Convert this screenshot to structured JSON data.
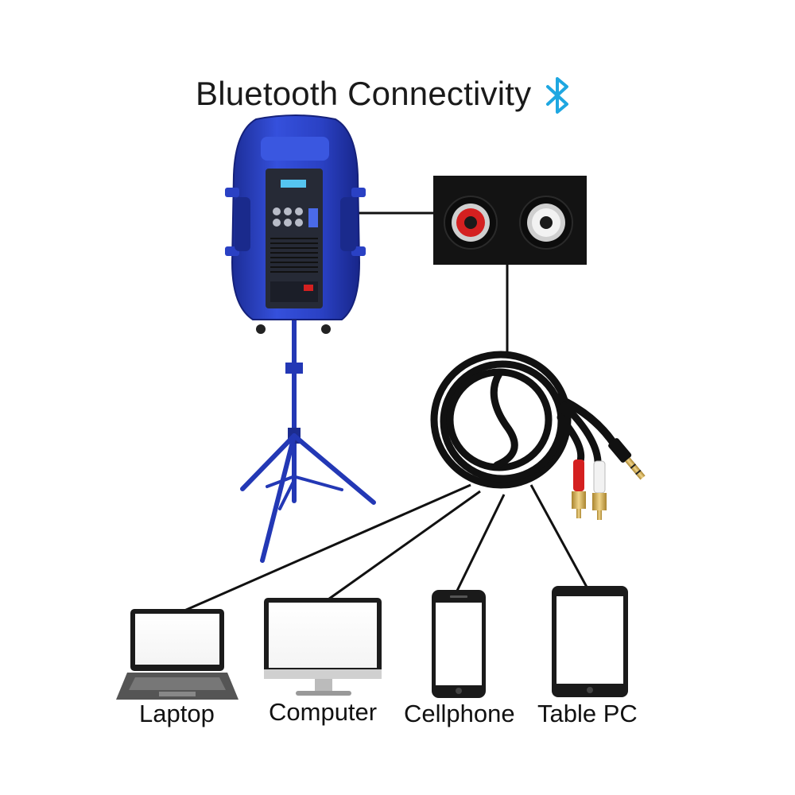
{
  "title": "Bluetooth Connectivity",
  "title_icon": "bluetooth-icon",
  "colors": {
    "speaker_body": "#2d44c9",
    "speaker_dark": "#1d2b8a",
    "bluetooth": "#1ea7e1",
    "rca_red": "#d42020",
    "rca_white": "#f2f2f2",
    "cable": "#111111",
    "gold": "#d9b45a"
  },
  "devices": [
    {
      "name": "laptop",
      "label": "Laptop",
      "icon": "laptop-icon"
    },
    {
      "name": "computer",
      "label": "Computer",
      "icon": "monitor-icon"
    },
    {
      "name": "cellphone",
      "label": "Cellphone",
      "icon": "phone-icon"
    },
    {
      "name": "tablet",
      "label": "Table PC",
      "icon": "tablet-icon"
    }
  ]
}
